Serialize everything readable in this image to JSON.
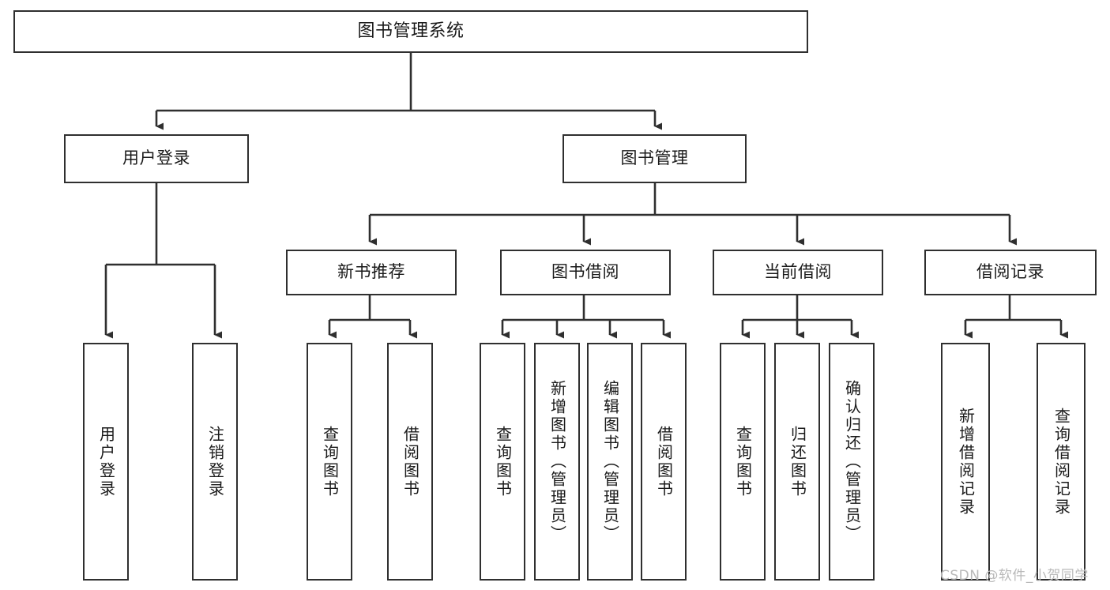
{
  "diagram": {
    "type": "tree",
    "title": "图书管理系统",
    "orientation": "top-down",
    "colors": {
      "stroke": "#2f2f2f",
      "fill": "#ffffff",
      "text": "#1a1a1a",
      "watermark": "#b9b9b9"
    },
    "levels": {
      "root": {
        "label": "图书管理系统"
      },
      "level2": [
        {
          "label": "用户登录"
        },
        {
          "label": "图书管理"
        }
      ],
      "level3": [
        {
          "label": "新书推荐"
        },
        {
          "label": "图书借阅"
        },
        {
          "label": "当前借阅"
        },
        {
          "label": "借阅记录"
        }
      ]
    },
    "leaves": {
      "user_login_children": [
        {
          "label": "用户登录"
        },
        {
          "label": "注销登录"
        }
      ],
      "new_book_children": [
        {
          "label": "查询图书"
        },
        {
          "label": "借阅图书"
        }
      ],
      "book_borrow_children": [
        {
          "label": "查询图书"
        },
        {
          "label": "新增图书（管理员）"
        },
        {
          "label": "编辑图书（管理员）"
        },
        {
          "label": "借阅图书"
        }
      ],
      "current_borrow_children": [
        {
          "label": "查询图书"
        },
        {
          "label": "归还图书"
        },
        {
          "label": "确认归还（管理员）"
        }
      ],
      "borrow_record_children": [
        {
          "label": "新增借阅记录"
        },
        {
          "label": "查询借阅记录"
        }
      ]
    },
    "watermark": "CSDN @软件_小贺同学"
  }
}
